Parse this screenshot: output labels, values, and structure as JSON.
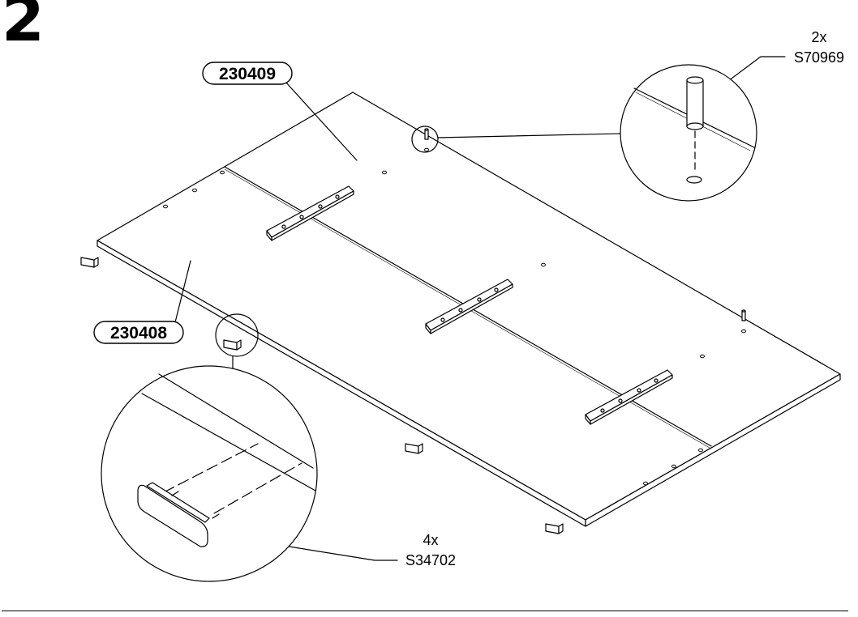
{
  "step": "2",
  "parts": {
    "top_panel": "230409",
    "bottom_panel": "230408"
  },
  "hardware": {
    "pin": {
      "qty": "2x",
      "code": "S70969"
    },
    "glide": {
      "qty": "4x",
      "code": "S34702"
    }
  }
}
